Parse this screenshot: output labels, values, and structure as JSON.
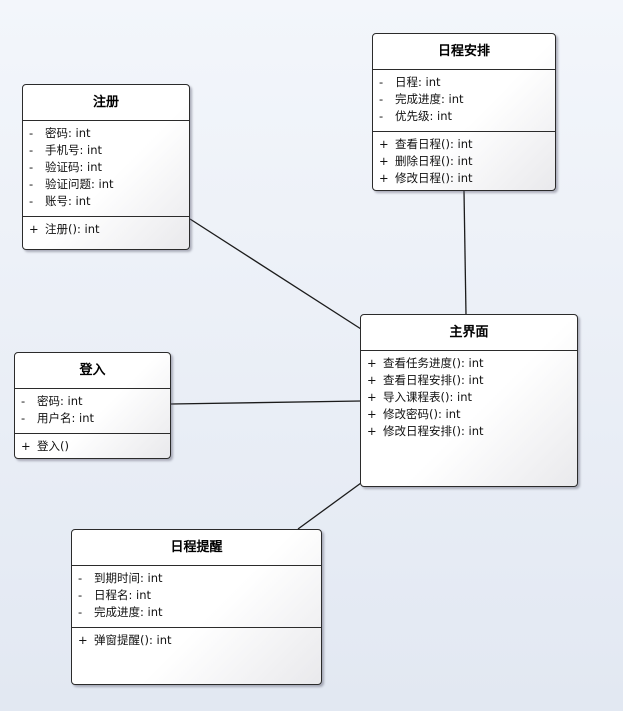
{
  "classes": {
    "zhuce": {
      "name": "注册",
      "attributes": [
        {
          "vis": "-",
          "text": "密码: int"
        },
        {
          "vis": "-",
          "text": "手机号: int"
        },
        {
          "vis": "-",
          "text": "验证码: int"
        },
        {
          "vis": "-",
          "text": "验证问题: int"
        },
        {
          "vis": "-",
          "text": "账号: int"
        }
      ],
      "operations": [
        {
          "vis": "+",
          "text": "注册(): int"
        }
      ]
    },
    "richeng_anpai": {
      "name": "日程安排",
      "attributes": [
        {
          "vis": "-",
          "text": "日程: int"
        },
        {
          "vis": "-",
          "text": "完成进度: int"
        },
        {
          "vis": "-",
          "text": "优先级: int"
        }
      ],
      "operations": [
        {
          "vis": "+",
          "text": "查看日程(): int"
        },
        {
          "vis": "+",
          "text": "删除日程(): int"
        },
        {
          "vis": "+",
          "text": "修改日程(): int"
        }
      ]
    },
    "denglu": {
      "name": "登入",
      "attributes": [
        {
          "vis": "-",
          "text": "密码: int"
        },
        {
          "vis": "-",
          "text": "用户名: int"
        }
      ],
      "operations": [
        {
          "vis": "+",
          "text": "登入()"
        }
      ]
    },
    "zhujiemian": {
      "name": "主界面",
      "attributes": [],
      "operations": [
        {
          "vis": "+",
          "text": "查看任务进度(): int"
        },
        {
          "vis": "+",
          "text": "查看日程安排(): int"
        },
        {
          "vis": "+",
          "text": "导入课程表(): int"
        },
        {
          "vis": "+",
          "text": "修改密码(): int"
        },
        {
          "vis": "+",
          "text": "修改日程安排(): int"
        }
      ]
    },
    "richeng_tixing": {
      "name": "日程提醒",
      "attributes": [
        {
          "vis": "-",
          "text": "到期时间: int"
        },
        {
          "vis": "-",
          "text": "日程名: int"
        },
        {
          "vis": "-",
          "text": "完成进度: int"
        }
      ],
      "operations": [
        {
          "vis": "+",
          "text": "弹窗提醒(): int"
        }
      ]
    }
  },
  "associations": [
    {
      "from": "注册",
      "to": "主界面"
    },
    {
      "from": "日程安排",
      "to": "主界面"
    },
    {
      "from": "登入",
      "to": "主界面"
    },
    {
      "from": "日程提醒",
      "to": "主界面"
    }
  ]
}
